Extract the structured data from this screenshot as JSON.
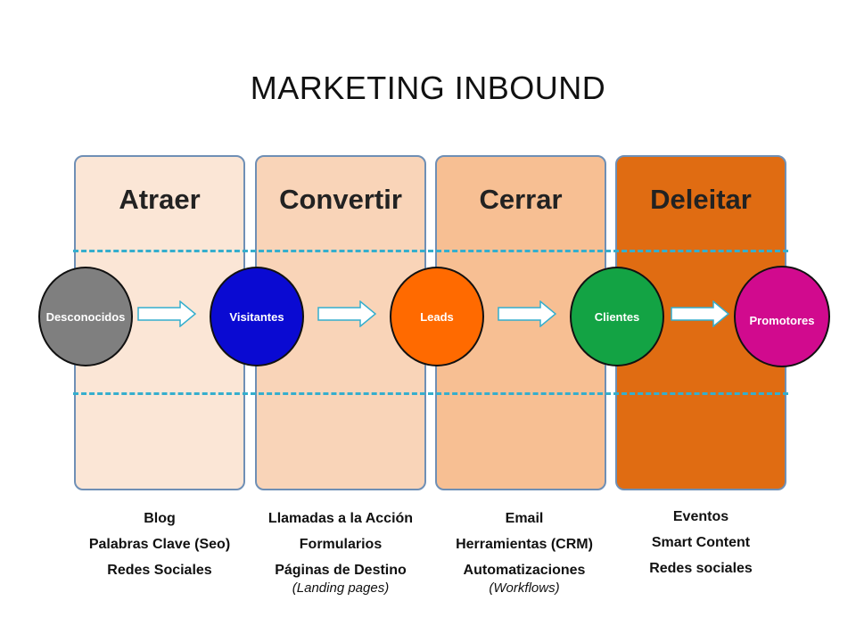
{
  "title": "MARKETING INBOUND",
  "stages": [
    {
      "label": "Atraer",
      "color": "#fbe6d6"
    },
    {
      "label": "Convertir",
      "color": "#f9d4b8"
    },
    {
      "label": "Cerrar",
      "color": "#f7bf93"
    },
    {
      "label": "Deleitar",
      "color": "#e06c12"
    }
  ],
  "nodes": [
    {
      "label": "Desconocidos",
      "color": "#7f7f7f"
    },
    {
      "label": "Visitantes",
      "color": "#0a0ad2"
    },
    {
      "label": "Leads",
      "color": "#ff6a00"
    },
    {
      "label": "Clientes",
      "color": "#13a344"
    },
    {
      "label": "Promotores",
      "color": "#d10a8e"
    }
  ],
  "tools": [
    {
      "items": [
        "Blog",
        "Palabras Clave (Seo)",
        "Redes Sociales"
      ],
      "sub": ""
    },
    {
      "items": [
        "Llamadas a la Acción",
        "Formularios",
        "Páginas de Destino"
      ],
      "sub": "(Landing pages)"
    },
    {
      "items": [
        "Email",
        "Herramientas (CRM)",
        "Automatizaciones"
      ],
      "sub": "(Workflows)"
    },
    {
      "items": [
        "Eventos",
        "Smart Content",
        "Redes sociales"
      ],
      "sub": ""
    }
  ],
  "dash_color": "#35aecd"
}
